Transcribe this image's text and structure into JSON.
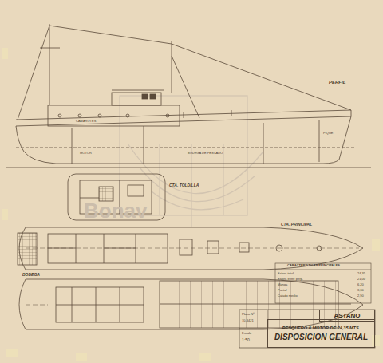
{
  "diagram": {
    "nodes": [
      {
        "text": [
          "ASTANO"
        ]
      },
      {
        "text": [
          "PESQUERO A MOTOR DE 24,35 MTS.",
          "DISPOSICION GENERAL"
        ]
      }
    ],
    "labels": [
      "PERFIL",
      "CTA. TOLDILLA",
      "CTA. PRINCIPAL",
      "BODEGA",
      "Bonav",
      "CARACTERISTICAS PRINCIPALES",
      "Eslora total",
      "24,35",
      "Eslora entre perp.",
      "21,00",
      "Manga",
      "6,20",
      "Puntal",
      "3,30",
      "Calado medio",
      "2,90",
      "BODEGA DE PESCADO",
      "MOTOR",
      "PIQUE",
      "CAMAROTES",
      "Plano Nº",
      "70-3421",
      "Escala",
      "1:50"
    ]
  }
}
